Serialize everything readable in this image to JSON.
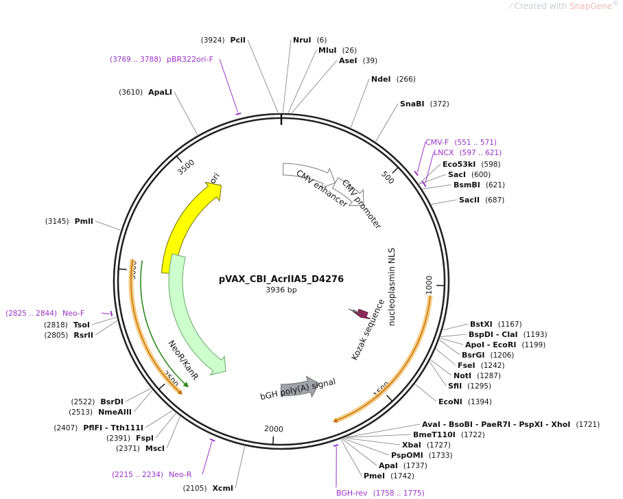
{
  "brand": {
    "prefix": "Created with ",
    "name": "SnapGene",
    "suffix": "®"
  },
  "map": {
    "name": "pVAX_CBI_AcrIIA5_D4276",
    "length_label": "3936 bp",
    "total": 3936
  },
  "ticks": [
    {
      "pos": 500,
      "label": "500"
    },
    {
      "pos": 1000,
      "label": "1000"
    },
    {
      "pos": 1500,
      "label": "1500"
    },
    {
      "pos": 2000,
      "label": "2000"
    },
    {
      "pos": 2500,
      "label": "2500"
    },
    {
      "pos": 3000,
      "label": "3000"
    },
    {
      "pos": 3500,
      "label": "3500"
    }
  ],
  "features": [
    {
      "name": "ori",
      "start": 2997,
      "end": 3586,
      "dir": "cw",
      "color": "#ffff00",
      "stroke": "#6b6b00"
    },
    {
      "name": "CMV enhancer",
      "start": 10,
      "end": 313,
      "dir": "cw",
      "color": "#ffffff",
      "stroke": "#777777"
    },
    {
      "name": "CMV promoter",
      "start": 314,
      "end": 517,
      "dir": "cw",
      "color": "#ffffff",
      "stroke": "#777777"
    },
    {
      "name": "NeoR/KanR",
      "start": 2315,
      "end": 3107,
      "dir": "ccw",
      "color": "#ccffcc",
      "stroke": "#6aa66a"
    },
    {
      "name": "bGH poly(A) signal",
      "start": 1746,
      "end": 1970,
      "dir": "ccw",
      "color": "#a0a4a8",
      "stroke": "#6e7276"
    },
    {
      "name": "nucleoplasmin NLS",
      "start": 1200,
      "end": 1250,
      "dir": "cw",
      "color": "#8c2a5c",
      "stroke": "#5e1a3d"
    },
    {
      "name": "Kozak sequence",
      "start": 1220,
      "end": 1231,
      "dir": "cw",
      "color": "#a0a4a8",
      "stroke": "#555555"
    }
  ],
  "orfs": [
    {
      "start": 1043,
      "end": 1739,
      "dir": "cw"
    },
    {
      "start": 2427,
      "end": 3045,
      "dir": "ccw"
    }
  ],
  "sites": [
    {
      "pos": 3924,
      "name": "PciI",
      "coord": "(3924)"
    },
    {
      "pos": 6,
      "name": "NruI",
      "coord": "(6)"
    },
    {
      "pos": 26,
      "name": "MluI",
      "coord": "(26)"
    },
    {
      "pos": 39,
      "name": "AseI",
      "coord": "(39)"
    },
    {
      "pos": 266,
      "name": "NdeI",
      "coord": "(266)"
    },
    {
      "pos": 372,
      "name": "SnaBI",
      "coord": "(372)"
    },
    {
      "pos": 598,
      "name": "Eco53kI",
      "coord": "(598)"
    },
    {
      "pos": 600,
      "name": "SacI",
      "coord": "(600)"
    },
    {
      "pos": 621,
      "name": "BsmBI",
      "coord": "(621)"
    },
    {
      "pos": 687,
      "name": "SacII",
      "coord": "(687)"
    },
    {
      "pos": 1167,
      "name": "BstXI",
      "coord": "(1167)"
    },
    {
      "pos": 1193,
      "name": "BspDI - ClaI",
      "coord": "(1193)"
    },
    {
      "pos": 1199,
      "name": "ApoI - EcoRI",
      "coord": "(1199)"
    },
    {
      "pos": 1206,
      "name": "BsrGI",
      "coord": "(1206)"
    },
    {
      "pos": 1242,
      "name": "FseI",
      "coord": "(1242)"
    },
    {
      "pos": 1287,
      "name": "NotI",
      "coord": "(1287)"
    },
    {
      "pos": 1295,
      "name": "SfiI",
      "coord": "(1295)"
    },
    {
      "pos": 1394,
      "name": "EcoNI",
      "coord": "(1394)"
    },
    {
      "pos": 1721,
      "name": "AvaI - BsoBI - PaeR7I - PspXI - XhoI",
      "coord": "(1721)"
    },
    {
      "pos": 1722,
      "name": "BmeT110I",
      "coord": "(1722)"
    },
    {
      "pos": 1727,
      "name": "XbaI",
      "coord": "(1727)"
    },
    {
      "pos": 1733,
      "name": "PspOMI",
      "coord": "(1733)"
    },
    {
      "pos": 1737,
      "name": "ApaI",
      "coord": "(1737)"
    },
    {
      "pos": 1742,
      "name": "PmeI",
      "coord": "(1742)"
    },
    {
      "pos": 2105,
      "name": "XcmI",
      "coord": "(2105)"
    },
    {
      "pos": 2371,
      "name": "MscI",
      "coord": "(2371)"
    },
    {
      "pos": 2391,
      "name": "FspI",
      "coord": "(2391)"
    },
    {
      "pos": 2407,
      "name": "PflFI - Tth111I",
      "coord": "(2407)"
    },
    {
      "pos": 2513,
      "name": "NmeAIII",
      "coord": "(2513)"
    },
    {
      "pos": 2522,
      "name": "BsrDI",
      "coord": "(2522)"
    },
    {
      "pos": 2805,
      "name": "RsrII",
      "coord": "(2805)"
    },
    {
      "pos": 2818,
      "name": "TsoI",
      "coord": "(2818)"
    },
    {
      "pos": 3145,
      "name": "PmlI",
      "coord": "(3145)"
    },
    {
      "pos": 3610,
      "name": "ApaLI",
      "coord": "(3610)"
    }
  ],
  "primers": [
    {
      "name": "pBR322ori-F",
      "range": "(3769 .. 3788)",
      "start": 3769,
      "end": 3788
    },
    {
      "name": "CMV-F",
      "range": "(551 .. 571)",
      "start": 551,
      "end": 571
    },
    {
      "name": "LNCX",
      "range": "(597 .. 621)",
      "start": 597,
      "end": 621
    },
    {
      "name": "BGH-rev",
      "range": "(1758 .. 1775)",
      "start": 1758,
      "end": 1775
    },
    {
      "name": "Neo-R",
      "range": "(2215 .. 2234)",
      "start": 2215,
      "end": 2234
    },
    {
      "name": "Neo-F",
      "range": "(2825 .. 2844)",
      "start": 2825,
      "end": 2844
    }
  ]
}
